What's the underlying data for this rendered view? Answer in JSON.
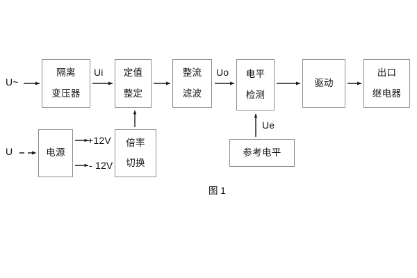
{
  "figure": {
    "caption": "图 1",
    "colors": {
      "background": "#ffffff",
      "box_border": "#8a8a8a",
      "text": "#111111",
      "arrow": "#1a1a1a"
    }
  },
  "blocks": [
    {
      "id": "isolation-transformer",
      "lines": [
        "隔离",
        "变压器"
      ]
    },
    {
      "id": "setting-value",
      "lines": [
        "定值",
        "整定"
      ]
    },
    {
      "id": "rectify-filter",
      "lines": [
        "整流",
        "滤波"
      ]
    },
    {
      "id": "level-detection",
      "lines": [
        "电平",
        "检测"
      ]
    },
    {
      "id": "drive",
      "lines": [
        "驱动"
      ]
    },
    {
      "id": "output-relay",
      "lines": [
        "出口",
        "继电器"
      ]
    },
    {
      "id": "power-supply",
      "lines": [
        "电源"
      ]
    },
    {
      "id": "multiplier-switch",
      "lines": [
        "倍率",
        "切换"
      ]
    },
    {
      "id": "reference-level",
      "lines": [
        "参考电平"
      ]
    }
  ],
  "signals": {
    "ac_input": "U~",
    "dc_input": "U",
    "ui": "Ui",
    "uo": "Uo",
    "ue": "Ue",
    "rail_positive": "+12V",
    "rail_negative": "- 12V"
  }
}
